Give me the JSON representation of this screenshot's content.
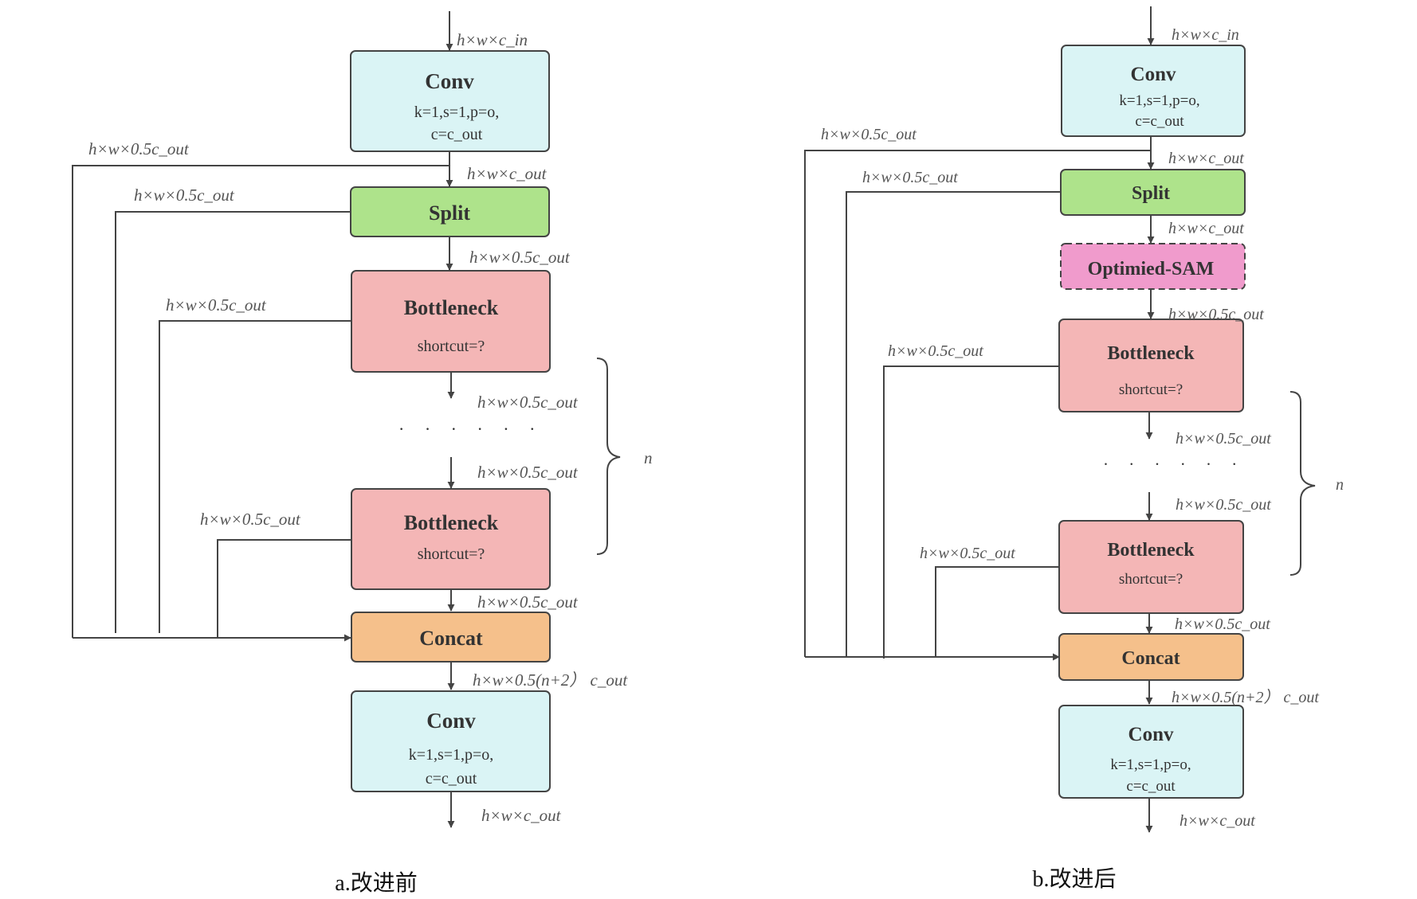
{
  "colors": {
    "conv": "#daf4f5",
    "split": "#aee38b",
    "bottleneck": "#f4b6b6",
    "concat": "#f5c08b",
    "sam": "#f09bcc",
    "stroke": "#444444"
  },
  "left": {
    "caption": "a.改进前",
    "conv_in": {
      "title": "Conv",
      "params1": "k=1,s=1,p=o,",
      "params2": "c=c_out"
    },
    "split": {
      "title": "Split"
    },
    "bottleneck1": {
      "title": "Bottleneck",
      "sub": "shortcut=?"
    },
    "dots": "· · · · · ·",
    "bottleneck2": {
      "title": "Bottleneck",
      "sub": "shortcut=?"
    },
    "concat": {
      "title": "Concat"
    },
    "conv_out": {
      "title": "Conv",
      "params1": "k=1,s=1,p=o,",
      "params2": "c=c_out"
    },
    "labels": {
      "in": "h×w×c_in",
      "after_conv": "h×w×c_out",
      "skip_outer": "h×w×0.5c_out",
      "skip_split": "h×w×0.5c_out",
      "after_split": "h×w×0.5c_out",
      "skip_b1": "h×w×0.5c_out",
      "after_b1": "h×w×0.5c_out",
      "before_b2": "h×w×0.5c_out",
      "skip_b2": "h×w×0.5c_out",
      "after_b2": "h×w×0.5c_out",
      "after_concat": "h×w×0.5(n+2） c_out",
      "out": "h×w×c_out",
      "n": "n"
    }
  },
  "right": {
    "caption": "b.改进后",
    "conv_in": {
      "title": "Conv",
      "params1": "k=1,s=1,p=o,",
      "params2": "c=c_out"
    },
    "split": {
      "title": "Split"
    },
    "sam": {
      "title": "Optimied-SAM"
    },
    "bottleneck1": {
      "title": "Bottleneck",
      "sub": "shortcut=?"
    },
    "dots": "· · · · · ·",
    "bottleneck2": {
      "title": "Bottleneck",
      "sub": "shortcut=?"
    },
    "concat": {
      "title": "Concat"
    },
    "conv_out": {
      "title": "Conv",
      "params1": "k=1,s=1,p=o,",
      "params2": "c=c_out"
    },
    "labels": {
      "in": "h×w×c_in",
      "skip_outer": "h×w×0.5c_out",
      "after_conv": "h×w×c_out",
      "skip_split": "h×w×0.5c_out",
      "after_split": "h×w×c_out",
      "after_sam": "h×w×0.5c_out",
      "skip_b1": "h×w×0.5c_out",
      "after_b1": "h×w×0.5c_out",
      "before_b2": "h×w×0.5c_out",
      "skip_b2": "h×w×0.5c_out",
      "after_b2": "h×w×0.5c_out",
      "after_concat": "h×w×0.5(n+2） c_out",
      "out": "h×w×c_out",
      "n": "n"
    }
  }
}
